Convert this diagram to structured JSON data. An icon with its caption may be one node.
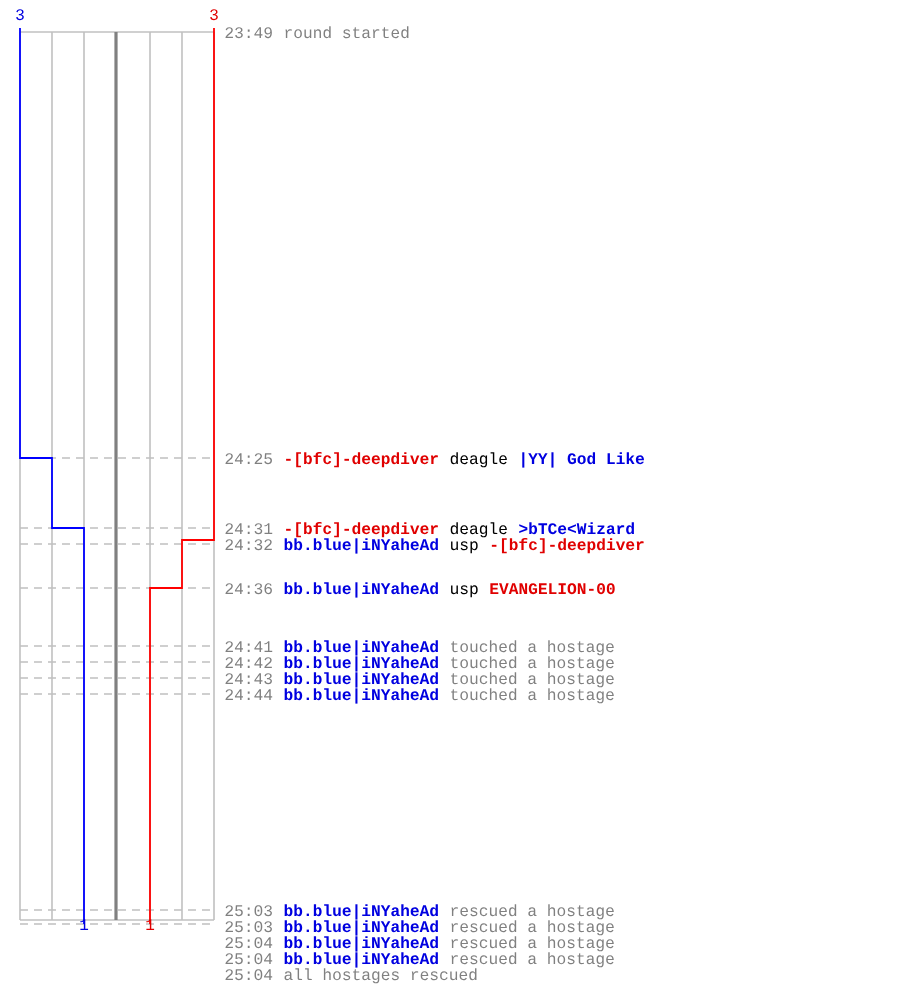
{
  "diagram": {
    "labels": [
      "3",
      "3",
      "23:49",
      "round started",
      "24:25",
      "-[bfc]-deepdiver",
      "deagle",
      "|YY| God Like",
      "24:31",
      "-[bfc]-deepdiver",
      "deagle",
      ">bTCe<Wizard",
      "24:32",
      "bb.blue|iNYaheAd",
      "usp",
      "-[bfc]-deepdiver",
      "24:36",
      "bb.blue|iNYaheAd",
      "usp",
      "EVANGELION-00",
      "24:41",
      "bb.blue|iNYaheAd",
      "touched a hostage",
      "24:42",
      "bb.blue|iNYaheAd",
      "touched a hostage",
      "24:43",
      "bb.blue|iNYaheAd",
      "touched a hostage",
      "24:44",
      "bb.blue|iNYaheAd",
      "touched a hostage",
      "25:03",
      "bb.blue|iNYaheAd",
      "rescued a hostage",
      "25:03",
      "bb.blue|iNYaheAd",
      "rescued a hostage",
      "25:04",
      "bb.blue|iNYaheAd",
      "rescued a hostage",
      "25:04",
      "bb.blue|iNYaheAd",
      "rescued a hostage",
      "25:04",
      "all hostages rescued",
      "1",
      "1"
    ]
  }
}
